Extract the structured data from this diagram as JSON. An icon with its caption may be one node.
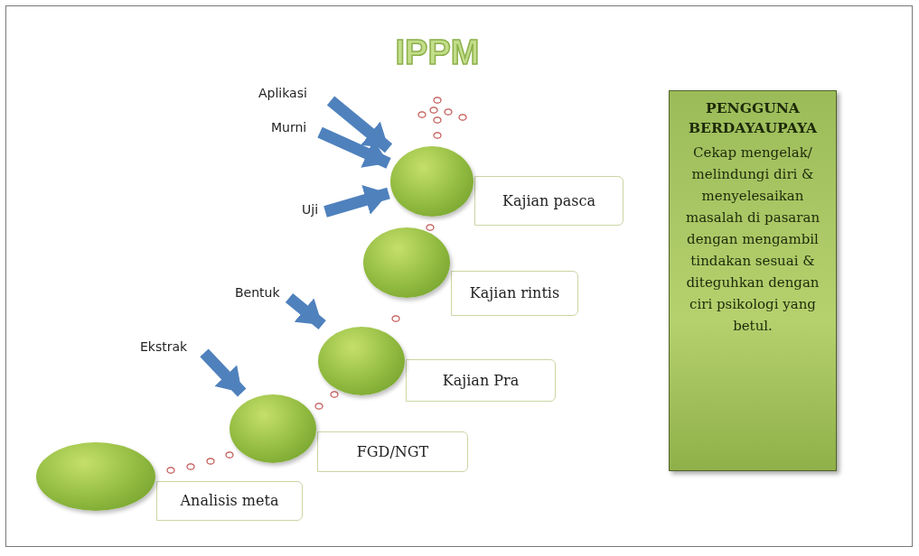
{
  "diagram": {
    "title": "IPPM",
    "nodes": [
      {
        "text": [
          "Kajian pasca"
        ]
      },
      {
        "text": [
          "Kajian rintis"
        ]
      },
      {
        "text": [
          "Kajian Pra"
        ]
      },
      {
        "text": [
          "FGD/NGT"
        ]
      },
      {
        "text": [
          "Analisis meta"
        ]
      },
      {
        "text": [],
        "shape": "circle"
      },
      {
        "text": [],
        "shape": "circle"
      },
      {
        "text": [],
        "shape": "circle"
      },
      {
        "text": [],
        "shape": "circle"
      },
      {
        "text": [],
        "shape": "circle"
      },
      {
        "text": [
          "Aplikasi"
        ]
      },
      {
        "text": [
          "Murni"
        ]
      },
      {
        "text": [
          "Uji"
        ]
      },
      {
        "text": [
          "Bentuk"
        ]
      },
      {
        "text": [
          "Ekstrak"
        ]
      },
      {
        "text": [
          "PENGGUNA BERDAYAUPAYA",
          "Cekap mengelak/ melindungi diri & menyelesaikan masalah di pasaran dengan mengambil tindakan sesuai & diteguhkan dengan ciri psikologi yang betul."
        ]
      }
    ],
    "edges": [
      {
        "from": 10,
        "to": 5,
        "arrow": "to"
      },
      {
        "from": 11,
        "to": 5,
        "arrow": "to"
      },
      {
        "from": 12,
        "to": 5,
        "arrow": "to"
      },
      {
        "from": 13,
        "to": 7,
        "arrow": "to"
      },
      {
        "from": 14,
        "to": 8,
        "arrow": "to"
      }
    ]
  }
}
